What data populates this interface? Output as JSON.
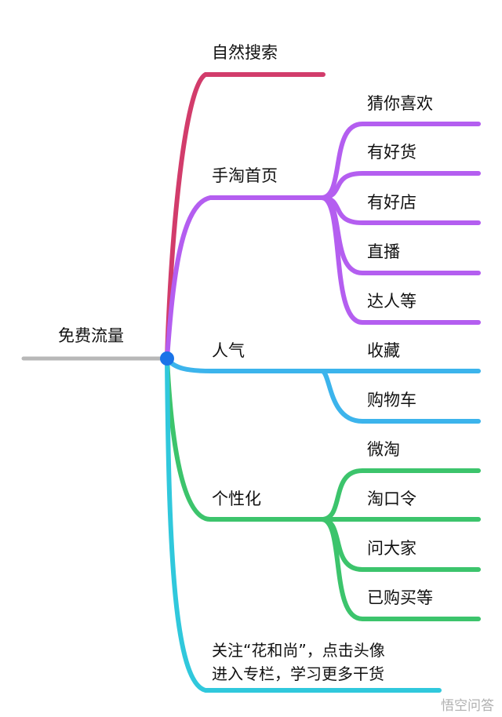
{
  "root": {
    "label": "免费流量"
  },
  "branches": [
    {
      "label": "自然搜索",
      "color": "#d23c6b",
      "children": []
    },
    {
      "label": "手淘首页",
      "color": "#b45ef0",
      "children": [
        "猜你喜欢",
        "有好货",
        "有好店",
        "直播",
        "达人等"
      ]
    },
    {
      "label": "人气",
      "color": "#3cb4ec",
      "children": [
        "收藏",
        "购物车"
      ]
    },
    {
      "label": "个性化",
      "color": "#3cc46c",
      "children": [
        "微淘",
        "淘口令",
        "问大家",
        "已购买等"
      ]
    }
  ],
  "note": {
    "color": "#30c8dc",
    "line1": "关注“花和尚”，点击头像",
    "line2": "进入专栏，学习更多干货"
  },
  "root_line_color": "#b8b8b8",
  "root_node_color": "#1a73e8",
  "watermark": "悟空问答"
}
